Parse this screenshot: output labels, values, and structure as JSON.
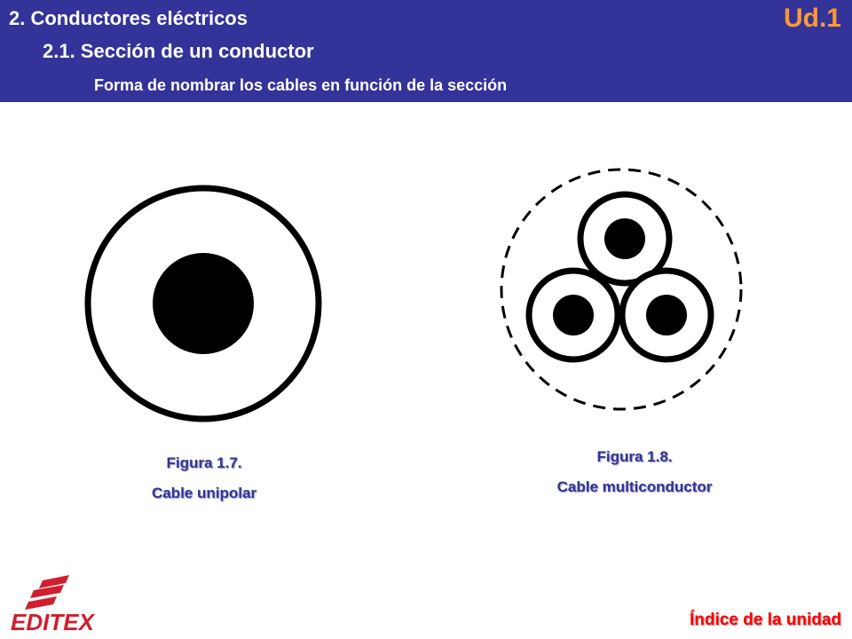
{
  "header": {
    "section": "2. Conductores eléctricos",
    "subsection": "2.1. Sección de un conductor",
    "topic": "Forma de nombrar los cables en función de la sección",
    "unit": "Ud.1"
  },
  "figures": [
    {
      "number": "Figura 1.7.",
      "caption": "Cable unipolar"
    },
    {
      "number": "Figura 1.8.",
      "caption": "Cable multiconductor"
    }
  ],
  "footer": {
    "logo_text": "EDITEX",
    "index_link": "Índice de la unidad"
  },
  "colors": {
    "header_bg": "#333399",
    "unit_label": "#ff9933",
    "caption": "#333399",
    "index_link": "#ff0000",
    "logo": "#d01f2f"
  }
}
